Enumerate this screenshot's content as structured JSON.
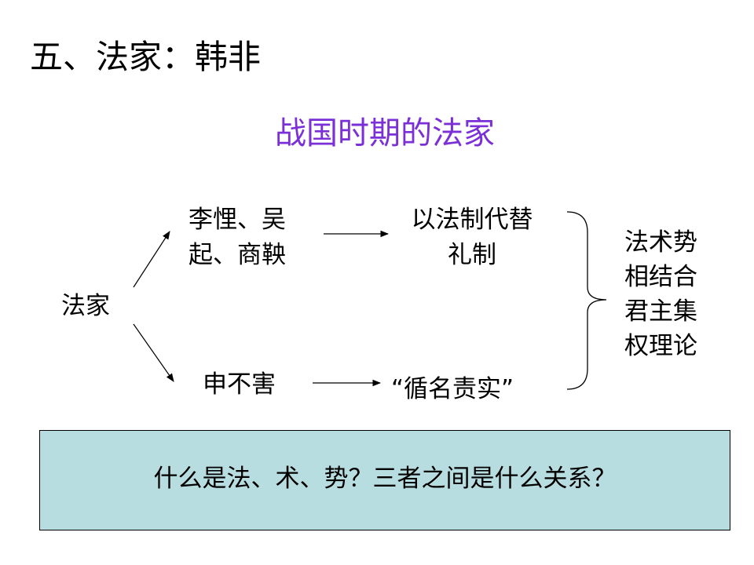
{
  "slide": {
    "heading": "五、法家：韩非",
    "subtitle": "战国时期的法家",
    "subtitle_color": "#7b2fd6"
  },
  "diagram": {
    "root": "法家",
    "branch_top": {
      "people": [
        "李悝、吴",
        "起、商鞅"
      ],
      "idea": [
        "以法制代替",
        "礼制"
      ]
    },
    "branch_bottom": {
      "person": "申不害",
      "idea": "“循名责实”"
    },
    "summary": [
      "法术势",
      "相结合",
      "君主集",
      "权理论"
    ]
  },
  "question": "什么是法、术、势？三者之间是什么关系？",
  "colors": {
    "question_bg": "#b8dde0",
    "line": "#000000"
  }
}
